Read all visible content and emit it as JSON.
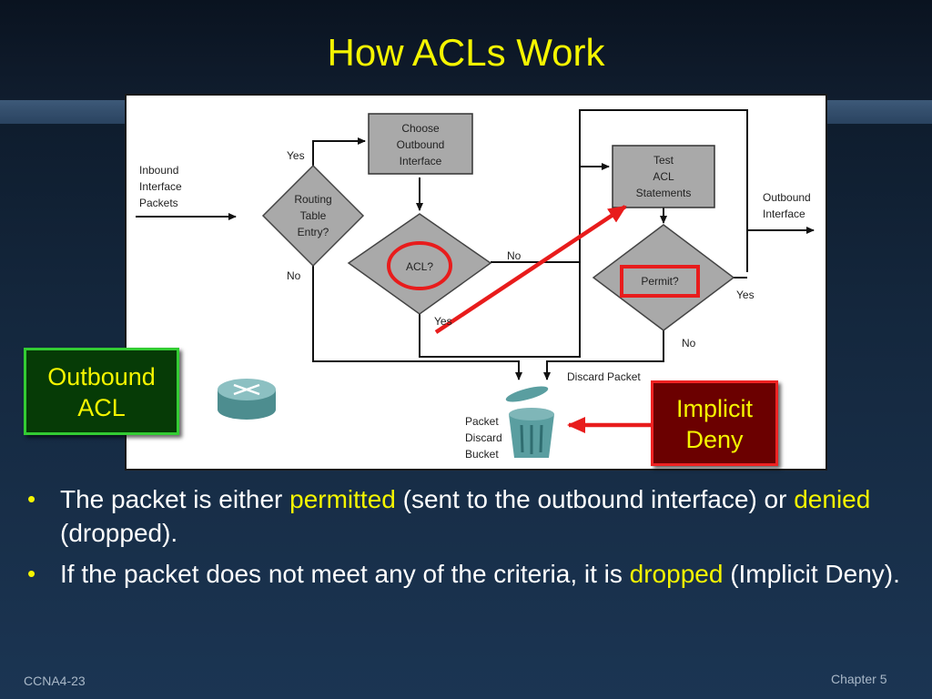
{
  "slide": {
    "title": "How ACLs Work",
    "footer_left": "CCNA4-23",
    "footer_right": "Chapter 5"
  },
  "diagram": {
    "inbound_label": [
      "Inbound",
      "Interface",
      "Packets"
    ],
    "routing_decision": [
      "Routing",
      "Table",
      "Entry?"
    ],
    "routing_yes": "Yes",
    "routing_no": "No",
    "choose_outbound": [
      "Choose",
      "Outbound",
      "Interface"
    ],
    "acl_decision": "ACL?",
    "acl_no": "No",
    "acl_yes": "Yes",
    "test_acl": [
      "Test",
      "ACL",
      "Statements"
    ],
    "permit_decision": "Permit?",
    "permit_yes": "Yes",
    "permit_no": "No",
    "outbound_label": [
      "Outbound",
      "Interface"
    ],
    "discard_packet": "Discard Packet",
    "bucket_label": [
      "Packet",
      "Discard",
      "Bucket"
    ]
  },
  "callouts": {
    "outbound_acl": [
      "Outbound",
      "ACL"
    ],
    "implicit_deny": [
      "Implicit",
      "Deny"
    ]
  },
  "bullets": [
    {
      "t1": "The packet is either ",
      "h1": "permitted",
      "t2": " (sent to the outbound interface) or ",
      "h2": "denied",
      "t3": " (dropped)."
    },
    {
      "t1": "If the packet does not meet any of the criteria, it is ",
      "h1": "dropped",
      "t2": " (Implicit Deny)."
    }
  ],
  "colors": {
    "highlight": "#f5f500",
    "annotation_red": "#e81c1c",
    "box_gray": "#a9a9a9"
  }
}
